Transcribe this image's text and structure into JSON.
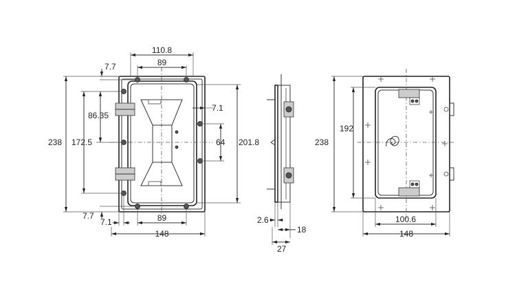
{
  "front_view": {
    "dimensions": {
      "top_outer": "110.8",
      "top_inner": "89",
      "top_offset": "7.7",
      "left_height": "238",
      "left_pitch": "172.5",
      "left_half": "86.35",
      "right_offset": "7.1",
      "right_pitch": "64",
      "right_height": "201.8",
      "bottom_offset": "7.7",
      "bottom_left": "7.1",
      "bottom_inner": "89",
      "bottom_width": "148"
    }
  },
  "side_view": {
    "dimensions": {
      "flange": "2.6",
      "depth_inner": "18",
      "depth_total": "27"
    }
  },
  "rear_view": {
    "dimensions": {
      "height": "238",
      "inner_height": "192",
      "inner_width": "100.6",
      "width": "148"
    }
  }
}
